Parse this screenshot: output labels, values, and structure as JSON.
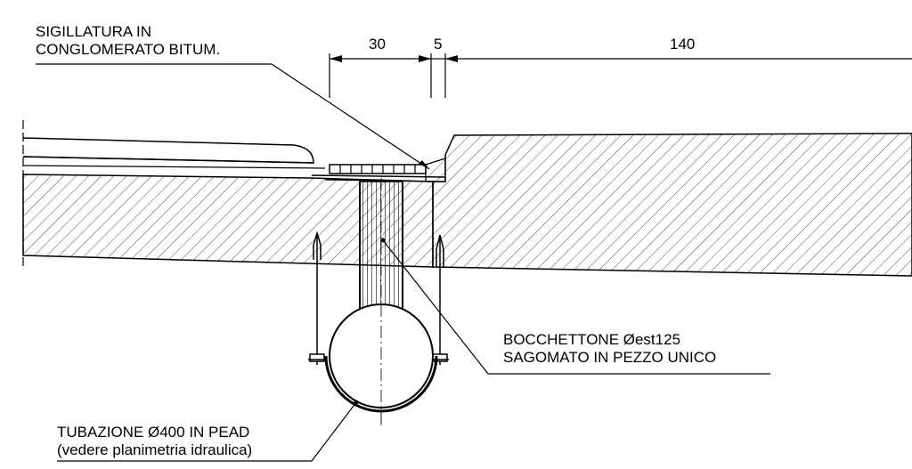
{
  "labels": {
    "sealing": {
      "line1": "SIGILLATURA IN",
      "line2": "CONGLOMERATO BITUM."
    },
    "outlet": {
      "line1": "BOCCHETTONE Øest125",
      "line2": "SAGOMATO IN PEZZO UNICO"
    },
    "pipe": {
      "line1": "TUBAZIONE Ø400 IN PEAD",
      "line2": "(vedere planimetria idraulica)"
    }
  },
  "dimensions": {
    "d1": "30",
    "d2": "5",
    "d3": "140"
  }
}
